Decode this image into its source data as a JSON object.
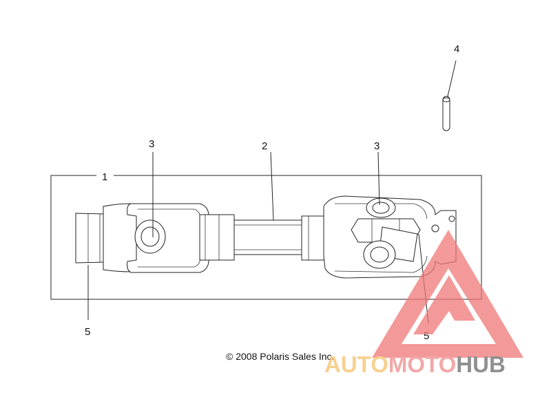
{
  "callouts": {
    "c1": "1",
    "c2": "2",
    "c3_left": "3",
    "c3_right": "3",
    "c4": "4",
    "c5_left": "5",
    "c5_right": "5"
  },
  "copyright": "© 2008 Polaris Sales Inc.",
  "watermark": {
    "part1": "AUTO",
    "part2": "MOTO",
    "part3": "HUB",
    "colors": {
      "auto": "#f5c16c",
      "moto": "#f08a8a",
      "hub": "#6b6b6b",
      "triangle": "#f07878"
    }
  }
}
